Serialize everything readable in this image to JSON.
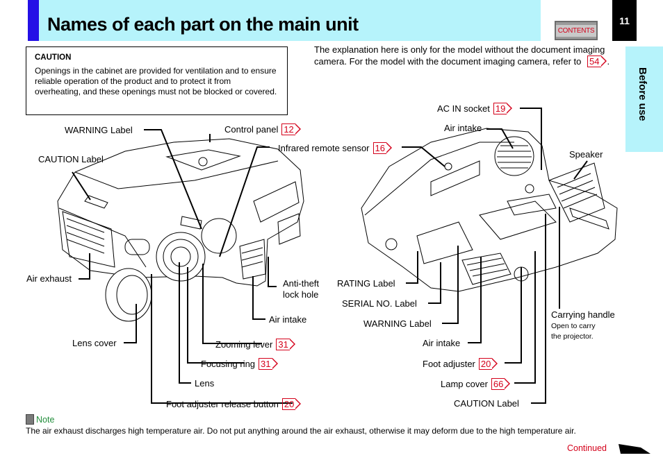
{
  "header": {
    "title": "Names of each part on the main unit",
    "contents_label": "CONTENTS",
    "page_number": "11"
  },
  "side_tab": "Before use",
  "caution": {
    "heading": "CAUTION",
    "text": "Openings in the cabinet are provided for ventilation and to ensure reliable operation of the product and to protect it from overheating, and these openings must not be blocked or covered."
  },
  "intro": {
    "text": "The explanation here is only for the model without the document imaging camera. For the model with the document imaging camera, refer to",
    "ref": "54",
    "end": "."
  },
  "left_labels": {
    "warning_label": "WARNING Label",
    "caution_label": "CAUTION Label",
    "control_panel": "Control panel",
    "control_panel_ref": "12",
    "infrared": "Infrared remote sensor",
    "infrared_ref": "16",
    "air_exhaust": "Air exhaust",
    "anti_theft_1": "Anti-theft",
    "anti_theft_2": "lock hole",
    "air_intake": "Air intake",
    "lens_cover": "Lens cover",
    "zooming_lever": "Zooming lever",
    "zooming_ref": "31",
    "focusing_ring": "Focusing ring",
    "focusing_ref": "31",
    "lens": "Lens",
    "foot_release": "Foot adjuster release button",
    "foot_release_ref": "20"
  },
  "right_labels": {
    "ac_in": "AC IN socket",
    "ac_in_ref": "19",
    "air_intake_top": "Air intake",
    "speaker": "Speaker",
    "rating_label": "RATING Label",
    "serial_label": "SERIAL NO. Label",
    "warning_label": "WARNING Label",
    "air_intake_bottom": "Air intake",
    "foot_adjuster": "Foot adjuster",
    "foot_adjuster_ref": "20",
    "lamp_cover": "Lamp cover",
    "lamp_cover_ref": "66",
    "caution_label": "CAUTION Label",
    "carrying_handle": "Carrying handle",
    "carrying_note_1": "Open to carry",
    "carrying_note_2": "the projector."
  },
  "note": {
    "heading": "Note",
    "text": "The air exhaust discharges high temperature air. Do not put anything around the air exhaust, otherwise it may deform due to the high temperature air."
  },
  "continued": "Continued",
  "colors": {
    "header_band": "#b6f3fb",
    "header_accent": "#2410e6",
    "reference_red": "#d4001a",
    "note_green": "#238e3c"
  }
}
